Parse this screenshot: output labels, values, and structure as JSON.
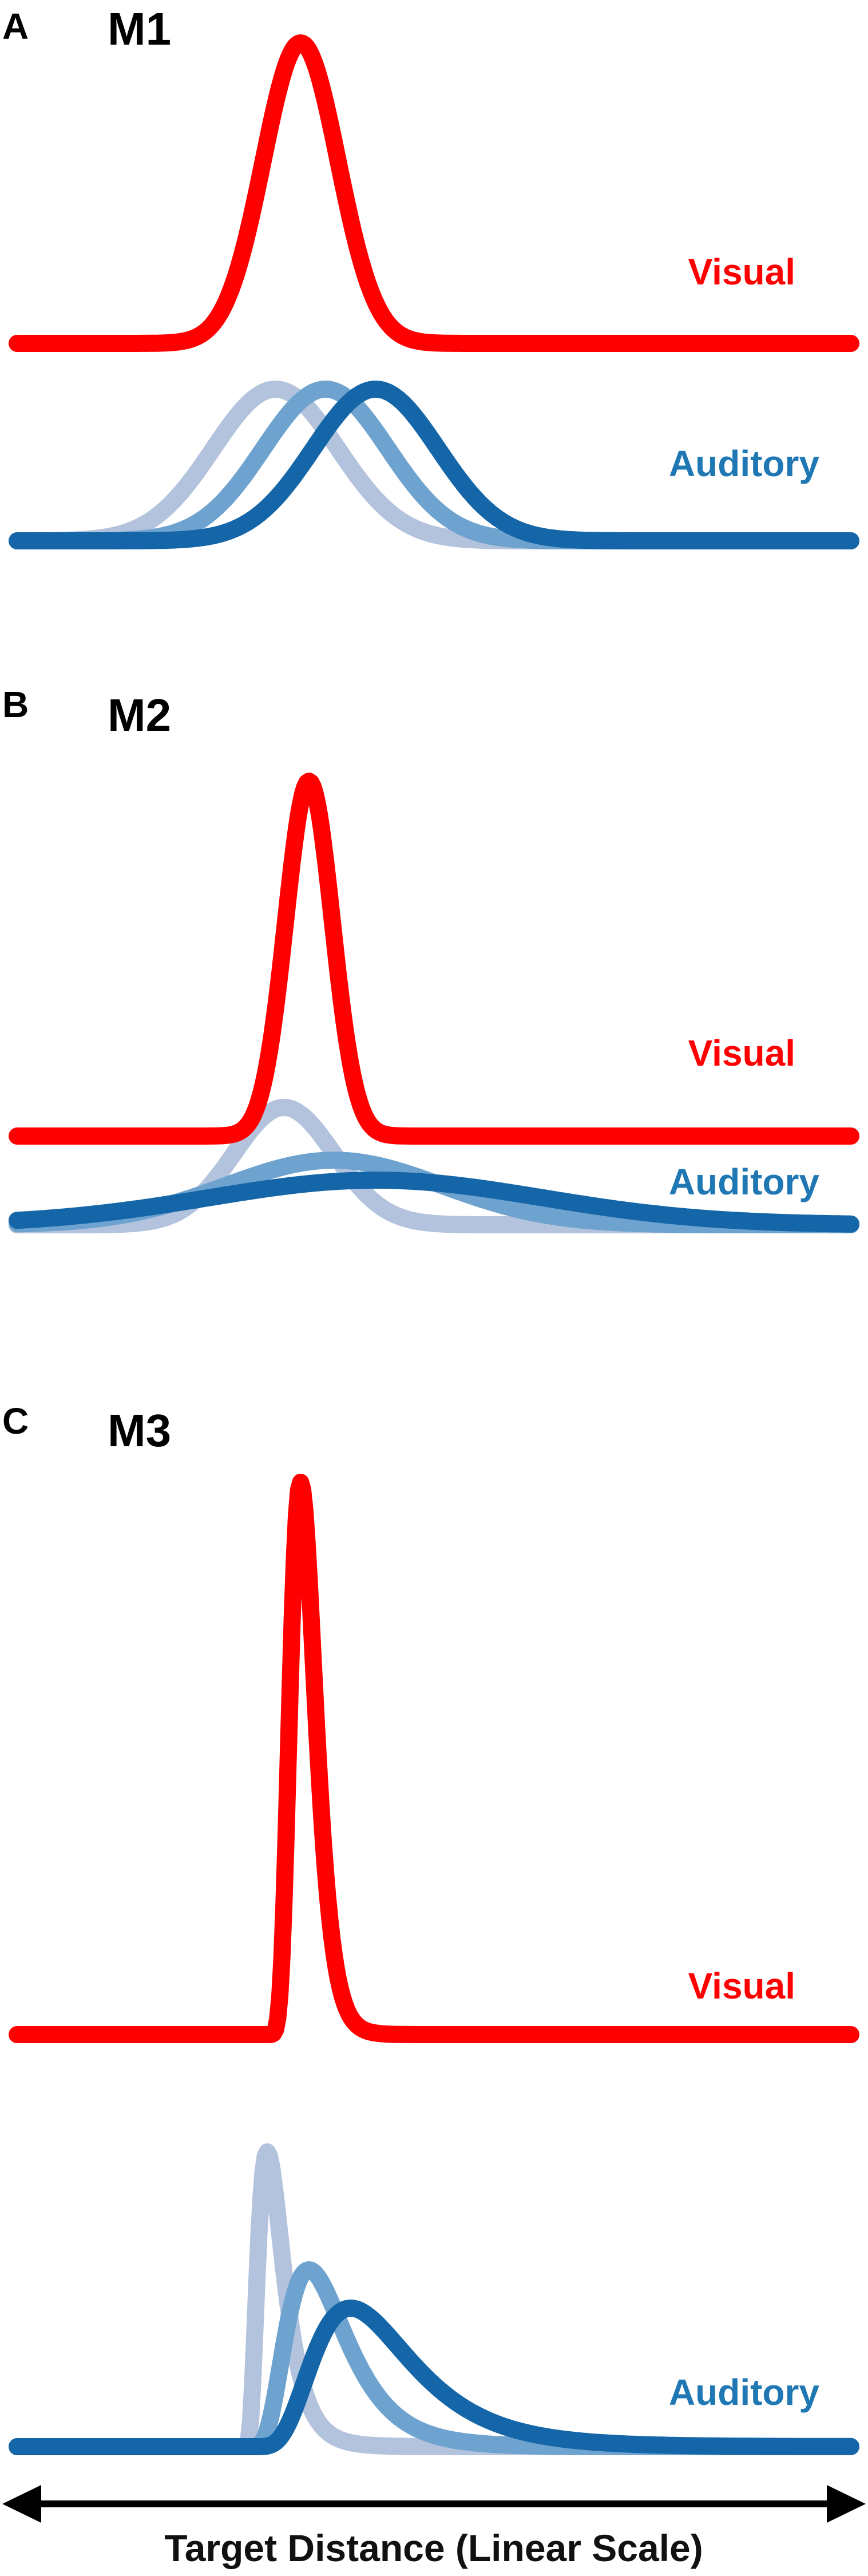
{
  "colors": {
    "visual": "#ff0000",
    "auditory_light": "#b4c3dd",
    "auditory_mid": "#6fa3cf",
    "auditory_dark": "#1466a8",
    "auditory_label": "#1f77b4",
    "axis": "#000000"
  },
  "axis": {
    "label": "Target Distance (Linear Scale)",
    "scale": "linear",
    "arrows": "both-ends"
  },
  "panels": [
    {
      "id": "A",
      "letter": "A",
      "model": "M1",
      "visual_label": "Visual",
      "auditory_label": "Auditory",
      "visual": {
        "shape": "gaussian",
        "center": 0.34,
        "width": 0.045,
        "height": 1.0
      },
      "auditory": [
        {
          "tone": "light",
          "shape": "gaussian",
          "center": 0.31,
          "width": 0.075,
          "height": 1.0
        },
        {
          "tone": "mid",
          "shape": "gaussian",
          "center": 0.37,
          "width": 0.075,
          "height": 1.0
        },
        {
          "tone": "dark",
          "shape": "gaussian",
          "center": 0.43,
          "width": 0.075,
          "height": 1.0
        }
      ]
    },
    {
      "id": "B",
      "letter": "B",
      "model": "M2",
      "visual_label": "Visual",
      "auditory_label": "Auditory",
      "visual": {
        "shape": "gaussian",
        "center": 0.35,
        "width": 0.028,
        "height": 1.0
      },
      "auditory": [
        {
          "tone": "light",
          "shape": "gaussian",
          "center": 0.32,
          "width": 0.06,
          "height": 1.0
        },
        {
          "tone": "mid",
          "shape": "gaussian",
          "center": 0.38,
          "width": 0.13,
          "height": 0.55
        },
        {
          "tone": "dark",
          "shape": "gaussian",
          "center": 0.43,
          "width": 0.2,
          "height": 0.38
        }
      ]
    },
    {
      "id": "C",
      "letter": "C",
      "model": "M3",
      "visual_label": "Visual",
      "auditory_label": "Auditory",
      "visual": {
        "shape": "lognormal",
        "onset": 0.29,
        "sigma": 0.3,
        "mode": 0.34,
        "height": 1.0
      },
      "auditory": [
        {
          "tone": "light",
          "shape": "lognormal",
          "onset": 0.27,
          "sigma": 0.5,
          "mode": 0.3,
          "height": 1.0
        },
        {
          "tone": "mid",
          "shape": "lognormal",
          "onset": 0.27,
          "sigma": 0.45,
          "mode": 0.35,
          "height": 0.6
        },
        {
          "tone": "dark",
          "shape": "lognormal",
          "onset": 0.27,
          "sigma": 0.45,
          "mode": 0.4,
          "height": 0.47
        }
      ]
    }
  ]
}
